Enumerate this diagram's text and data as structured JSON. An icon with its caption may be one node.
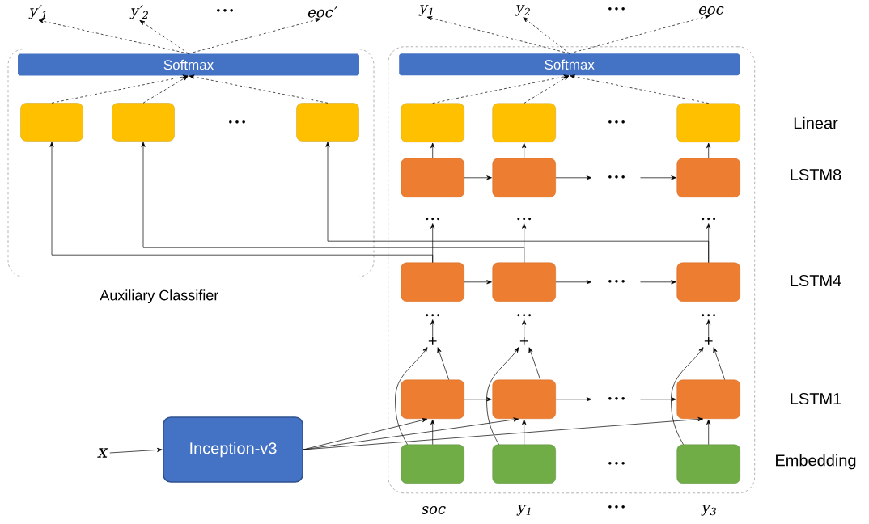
{
  "diagram": {
    "nodes": [
      {
        "text": [
          "Auxiliary Classifier"
        ]
      },
      {
        "text": [
          "Softmax"
        ],
        "in": 0
      },
      {
        "text": [],
        "shape": "box",
        "in": 0
      },
      {
        "text": [],
        "shape": "box",
        "in": 0
      },
      {
        "text": [],
        "shape": "box",
        "in": 0
      },
      {
        "text": [],
        "shape": "box"
      },
      {
        "text": [
          "Softmax"
        ],
        "in": 5
      },
      {
        "text": [],
        "shape": "box",
        "in": 5
      },
      {
        "text": [],
        "shape": "box",
        "in": 5
      },
      {
        "text": [],
        "shape": "box",
        "in": 5
      },
      {
        "text": [],
        "shape": "box",
        "in": 5
      },
      {
        "text": [],
        "shape": "box",
        "in": 5
      },
      {
        "text": [],
        "shape": "box",
        "in": 5
      },
      {
        "text": [],
        "shape": "box",
        "in": 5
      },
      {
        "text": [],
        "shape": "box",
        "in": 5
      },
      {
        "text": [],
        "shape": "box",
        "in": 5
      },
      {
        "text": [],
        "shape": "box",
        "in": 5
      },
      {
        "text": [],
        "shape": "box",
        "in": 5
      },
      {
        "text": [],
        "shape": "box",
        "in": 5
      },
      {
        "text": [],
        "shape": "box",
        "in": 5
      },
      {
        "text": [],
        "shape": "box",
        "in": 5
      },
      {
        "text": [],
        "shape": "box",
        "in": 5
      },
      {
        "text": [
          "Inception-v3"
        ]
      },
      {
        "text": [
          "x"
        ]
      },
      {
        "text": [
          "y′$_{1}$"
        ]
      },
      {
        "text": [
          "y′$_{2}$"
        ]
      },
      {
        "text": [
          "eoc′"
        ]
      },
      {
        "text": [
          "y$_{1}$"
        ]
      },
      {
        "text": [
          "y$_{2}$"
        ]
      },
      {
        "text": [
          "eoc"
        ]
      },
      {
        "text": [
          "+"
        ],
        "in": 5
      },
      {
        "text": [
          "+"
        ],
        "in": 5
      },
      {
        "text": [
          "+"
        ],
        "in": 5
      },
      {
        "text": [
          "• • •"
        ],
        "in": 5
      },
      {
        "text": [
          "• • •"
        ],
        "in": 5
      },
      {
        "text": [
          "• • •"
        ],
        "in": 5
      },
      {
        "text": [
          "• • •"
        ],
        "in": 5
      },
      {
        "text": [
          "• • •"
        ],
        "in": 5
      },
      {
        "text": [
          "• • •"
        ],
        "in": 5
      }
    ],
    "edges": [
      {
        "from": 23,
        "to": 22,
        "arrow": "to"
      },
      {
        "from": 1,
        "to": 24,
        "arrow": "to",
        "style": "dashed"
      },
      {
        "from": 1,
        "to": 25,
        "arrow": "to",
        "style": "dashed"
      },
      {
        "from": 1,
        "to": 26,
        "arrow": "to",
        "style": "dashed"
      },
      {
        "from": 2,
        "to": 1,
        "arrow": "to",
        "style": "dashed"
      },
      {
        "from": 3,
        "to": 1,
        "arrow": "to",
        "style": "dashed"
      },
      {
        "from": 4,
        "to": 1,
        "arrow": "to",
        "style": "dashed"
      },
      {
        "from": 6,
        "to": 27,
        "arrow": "to",
        "style": "dashed"
      },
      {
        "from": 6,
        "to": 28,
        "arrow": "to",
        "style": "dashed"
      },
      {
        "from": 6,
        "to": 29,
        "arrow": "to",
        "style": "dashed"
      },
      {
        "from": 7,
        "to": 6,
        "arrow": "to",
        "style": "dashed"
      },
      {
        "from": 8,
        "to": 6,
        "arrow": "to",
        "style": "dashed"
      },
      {
        "from": 9,
        "to": 6,
        "arrow": "to",
        "style": "dashed"
      },
      {
        "from": 10,
        "to": 7,
        "arrow": "to"
      },
      {
        "from": 11,
        "to": 8,
        "arrow": "to"
      },
      {
        "from": 12,
        "to": 9,
        "arrow": "to"
      },
      {
        "from": 10,
        "to": 11,
        "arrow": "to"
      },
      {
        "from": 11,
        "to": null,
        "arrow": "to"
      },
      {
        "from": null,
        "to": 12,
        "arrow": "to"
      },
      {
        "from": 13,
        "to": 33,
        "arrow": "to"
      },
      {
        "from": 14,
        "to": 34,
        "arrow": "to"
      },
      {
        "from": 15,
        "to": 35,
        "arrow": "to"
      },
      {
        "from": 13,
        "to": 2,
        "arrow": "to"
      },
      {
        "from": 14,
        "to": 3,
        "arrow": "to"
      },
      {
        "from": 15,
        "to": 4,
        "arrow": "to"
      },
      {
        "from": 13,
        "to": 14,
        "arrow": "to"
      },
      {
        "from": 14,
        "to": null,
        "arrow": "to"
      },
      {
        "from": null,
        "to": 15,
        "arrow": "to"
      },
      {
        "from": 30,
        "to": 36,
        "arrow": "to"
      },
      {
        "from": 31,
        "to": 37,
        "arrow": "to"
      },
      {
        "from": 32,
        "to": 38,
        "arrow": "to"
      },
      {
        "from": 16,
        "to": 30,
        "arrow": "to"
      },
      {
        "from": 17,
        "to": 31,
        "arrow": "to"
      },
      {
        "from": 18,
        "to": 32,
        "arrow": "to"
      },
      {
        "from": 19,
        "to": 30,
        "arrow": "to"
      },
      {
        "from": 20,
        "to": 31,
        "arrow": "to"
      },
      {
        "from": 21,
        "to": 32,
        "arrow": "to"
      },
      {
        "from": 16,
        "to": 17,
        "arrow": "to"
      },
      {
        "from": 17,
        "to": null,
        "arrow": "to"
      },
      {
        "from": null,
        "to": 18,
        "arrow": "to"
      },
      {
        "from": 19,
        "to": 16,
        "arrow": "to"
      },
      {
        "from": 20,
        "to": 17,
        "arrow": "to"
      },
      {
        "from": 21,
        "to": 18,
        "arrow": "to"
      },
      {
        "from": 22,
        "to": 16,
        "arrow": "to"
      },
      {
        "from": 22,
        "to": 17,
        "arrow": "to"
      },
      {
        "from": 22,
        "to": 18,
        "arrow": "to"
      }
    ],
    "labels": [
      "• • •",
      "• • •",
      "• • •",
      "• • •",
      "Linear",
      "• • •",
      "LSTM8",
      "• • •",
      "LSTM4",
      "• • •",
      "LSTM1",
      "• • •",
      "Embedding",
      "soc",
      "y$_{1}$",
      "• • •",
      "y$_{3}$"
    ]
  }
}
